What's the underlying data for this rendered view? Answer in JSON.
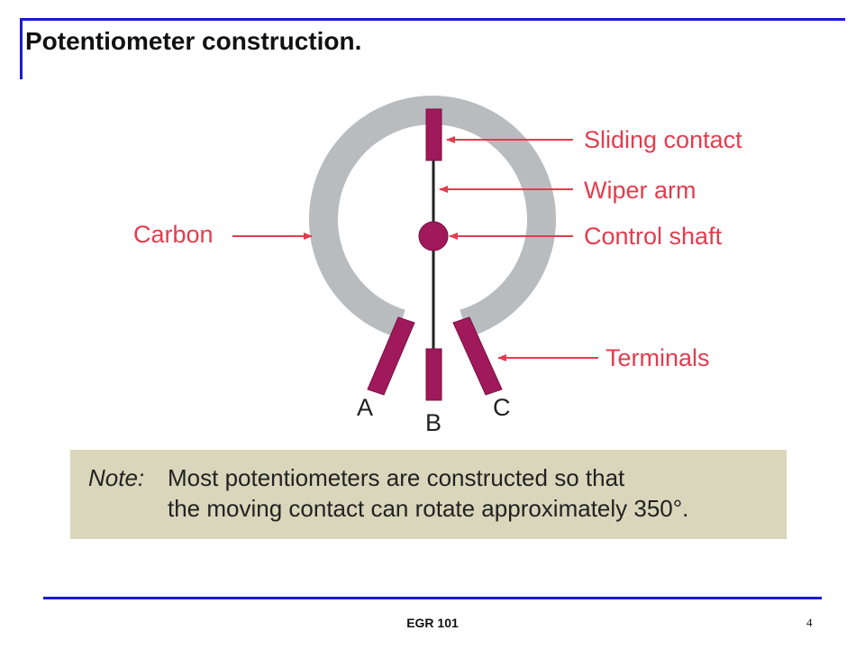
{
  "slide": {
    "title": "Potentiometer construction.",
    "footer": "EGR 101",
    "page_number": "4"
  },
  "diagram": {
    "labels": {
      "sliding_contact": "Sliding contact",
      "wiper_arm": "Wiper arm",
      "control_shaft": "Control shaft",
      "carbon": "Carbon",
      "terminals": "Terminals"
    },
    "terminals": [
      "A",
      "B",
      "C"
    ],
    "colors": {
      "carbon": "#b9bcbf",
      "contact": "#a0195a",
      "arrow": "#e33c4e",
      "note_bg": "#d9d6bb"
    }
  },
  "note": {
    "label": "Note:",
    "line1": "Most potentiometers are constructed so that",
    "line2": "the moving contact can rotate approximately 350°."
  }
}
